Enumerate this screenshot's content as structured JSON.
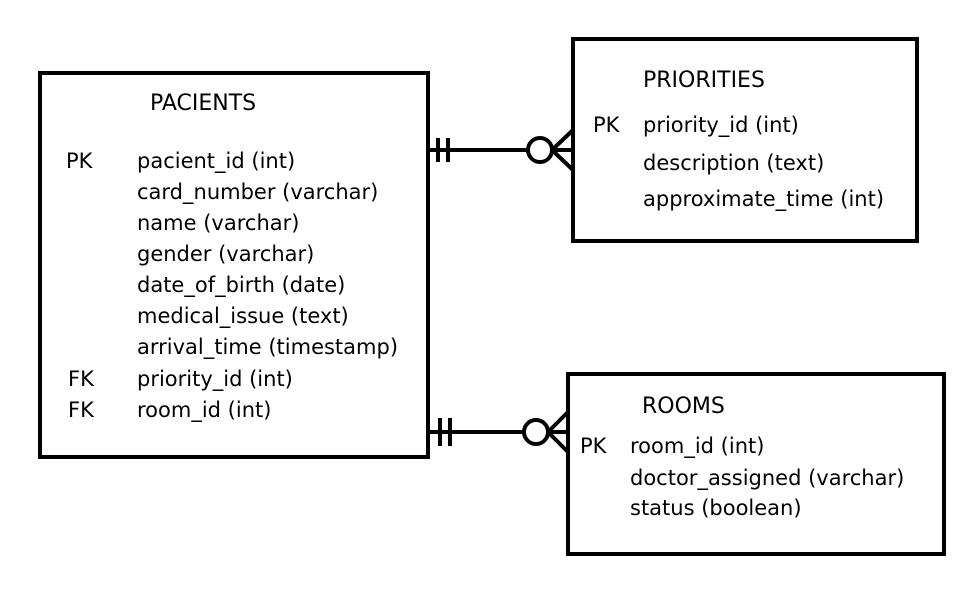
{
  "entities": {
    "pacients": {
      "title": "PACIENTS",
      "keys": [
        "PK",
        "FK",
        "FK"
      ],
      "fields": [
        "pacient_id (int)",
        "card_number (varchar)",
        "name (varchar)",
        "gender (varchar)",
        "date_of_birth (date)",
        "medical_issue (text)",
        "arrival_time (timestamp)",
        "priority_id (int)",
        "room_id (int)"
      ]
    },
    "priorities": {
      "title": "PRIORITIES",
      "keys": [
        "PK"
      ],
      "fields": [
        "priority_id (int)",
        "description (text)",
        "approximate_time (int)"
      ]
    },
    "rooms": {
      "title": "ROOMS",
      "keys": [
        "PK"
      ],
      "fields": [
        "room_id (int)",
        "doctor_assigned (varchar)",
        "status (boolean)"
      ]
    }
  },
  "relationships": [
    {
      "from": "pacients",
      "to": "priorities",
      "from_cardinality": "one-and-only-one",
      "to_cardinality": "zero-or-many"
    },
    {
      "from": "pacients",
      "to": "rooms",
      "from_cardinality": "one-and-only-one",
      "to_cardinality": "zero-or-many"
    }
  ]
}
